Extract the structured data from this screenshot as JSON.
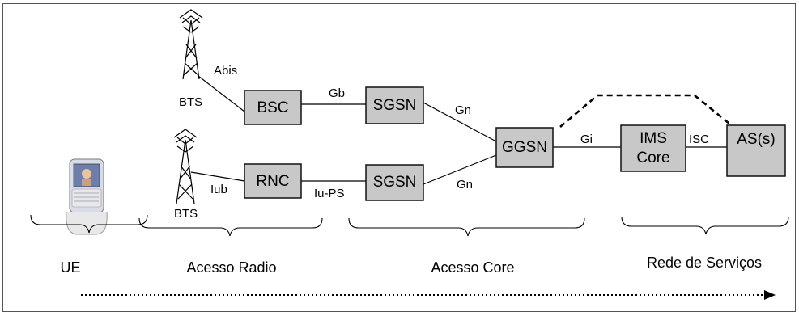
{
  "nodes": {
    "bsc": "BSC",
    "rnc": "RNC",
    "sgsn_top": "SGSN",
    "sgsn_bottom": "SGSN",
    "ggsn": "GGSN",
    "ims_core_line1": "IMS",
    "ims_core_line2": "Core",
    "as": "AS(s)"
  },
  "towers": {
    "top": "BTS",
    "bottom": "BTS"
  },
  "interfaces": {
    "abis": "Abis",
    "gb": "Gb",
    "gn_top": "Gn",
    "iub": "Iub",
    "iu_ps": "Iu-PS",
    "gn_bottom": "Gn",
    "gi": "Gi",
    "isc": "ISC"
  },
  "sections": {
    "ue": "UE",
    "radio": "Acesso Radio",
    "core": "Acesso Core",
    "services": "Rede de Serviços"
  },
  "colors": {
    "box_fill": "#c8c8c8",
    "line": "#000000"
  }
}
